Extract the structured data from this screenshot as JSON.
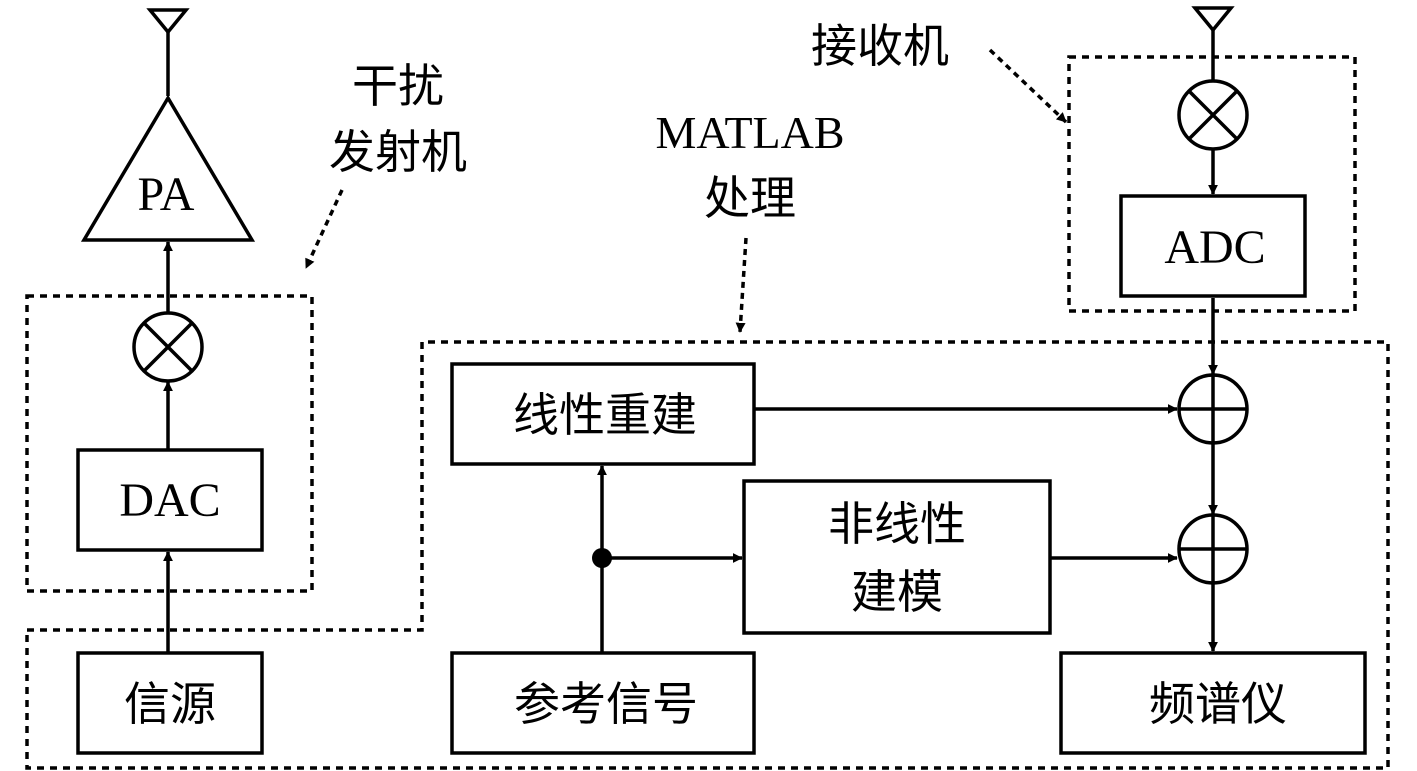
{
  "labels": {
    "pa": "PA",
    "dac": "DAC",
    "adc": "ADC",
    "source": "信源",
    "reference": "参考信号",
    "linear": "线性重建",
    "nonlinear_line1": "非线性",
    "nonlinear_line2": "建模",
    "spectrum": "频谱仪",
    "jammer_line1": "干扰",
    "jammer_line2": "发射机",
    "receiver": "接收机",
    "matlab_line1": "MATLAB",
    "matlab_line2": "处理"
  }
}
